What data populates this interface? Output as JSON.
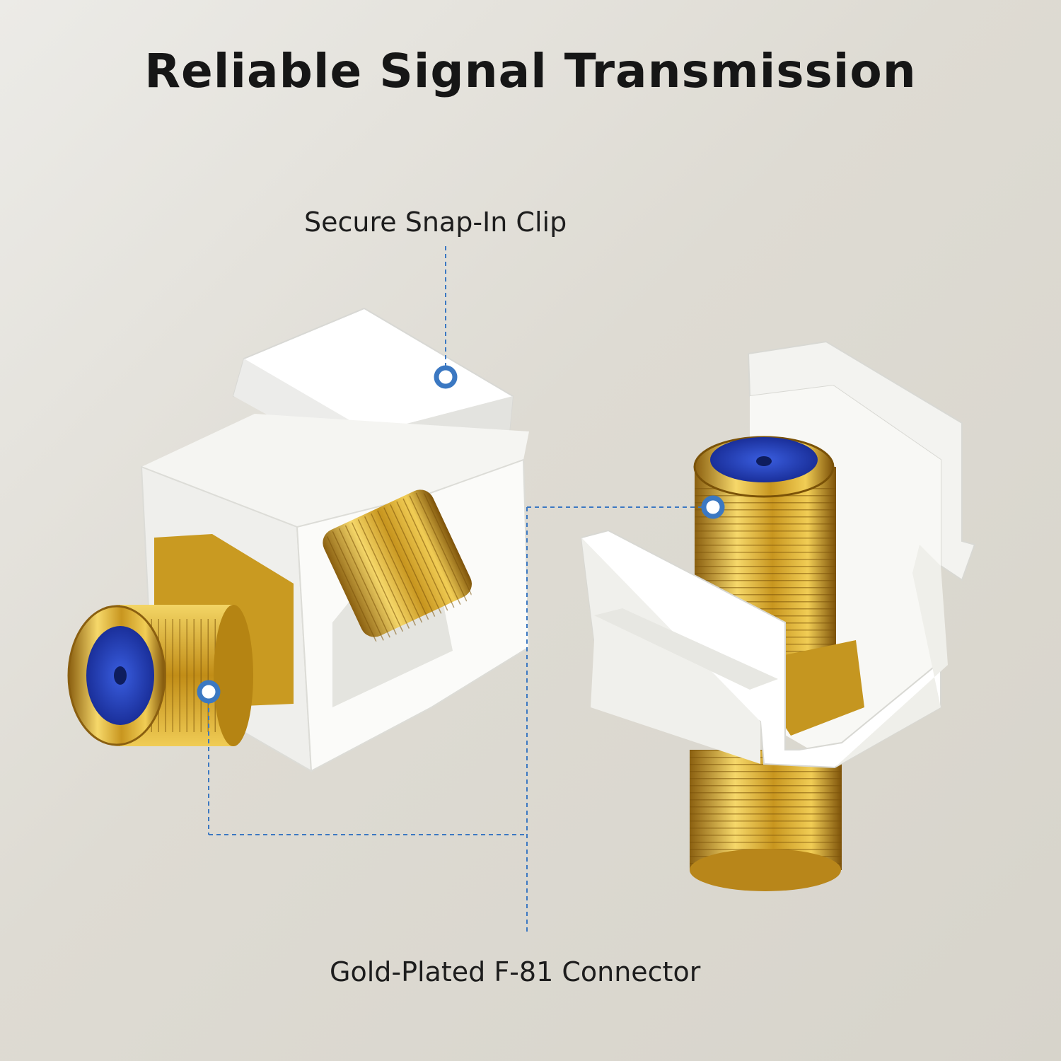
{
  "page": {
    "title": "Reliable Signal Transmission"
  },
  "callouts": {
    "clip_label": "Secure Snap-In Clip",
    "connector_label": "Gold-Plated F-81 Connector"
  },
  "colors": {
    "callout_line": "#3b78c2",
    "gold": "#d4a92a",
    "insulator_blue": "#2341b8",
    "keystone_white": "#f7f7f5"
  },
  "icons": {
    "left_product": "keystone-jack-angled-icon",
    "right_product": "keystone-jack-upright-icon"
  }
}
